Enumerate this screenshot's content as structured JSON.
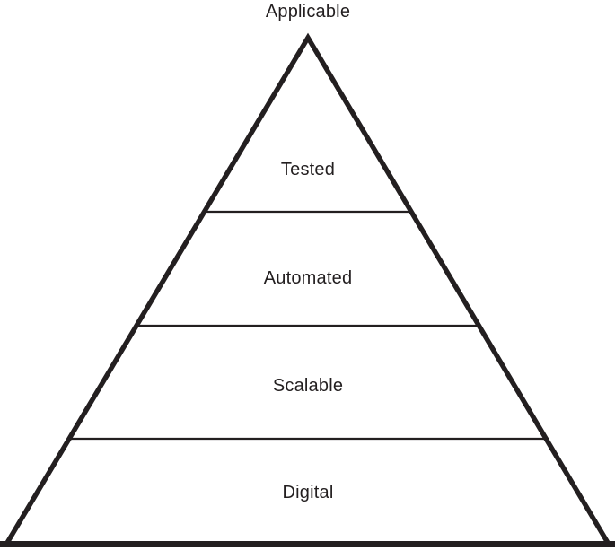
{
  "pyramid": {
    "apex_label": "Applicable",
    "levels": [
      {
        "label": "Tested"
      },
      {
        "label": "Automated"
      },
      {
        "label": "Scalable"
      },
      {
        "label": "Digital"
      }
    ]
  },
  "colors": {
    "line": "#231f20",
    "text": "#231f20",
    "background": "#ffffff"
  }
}
